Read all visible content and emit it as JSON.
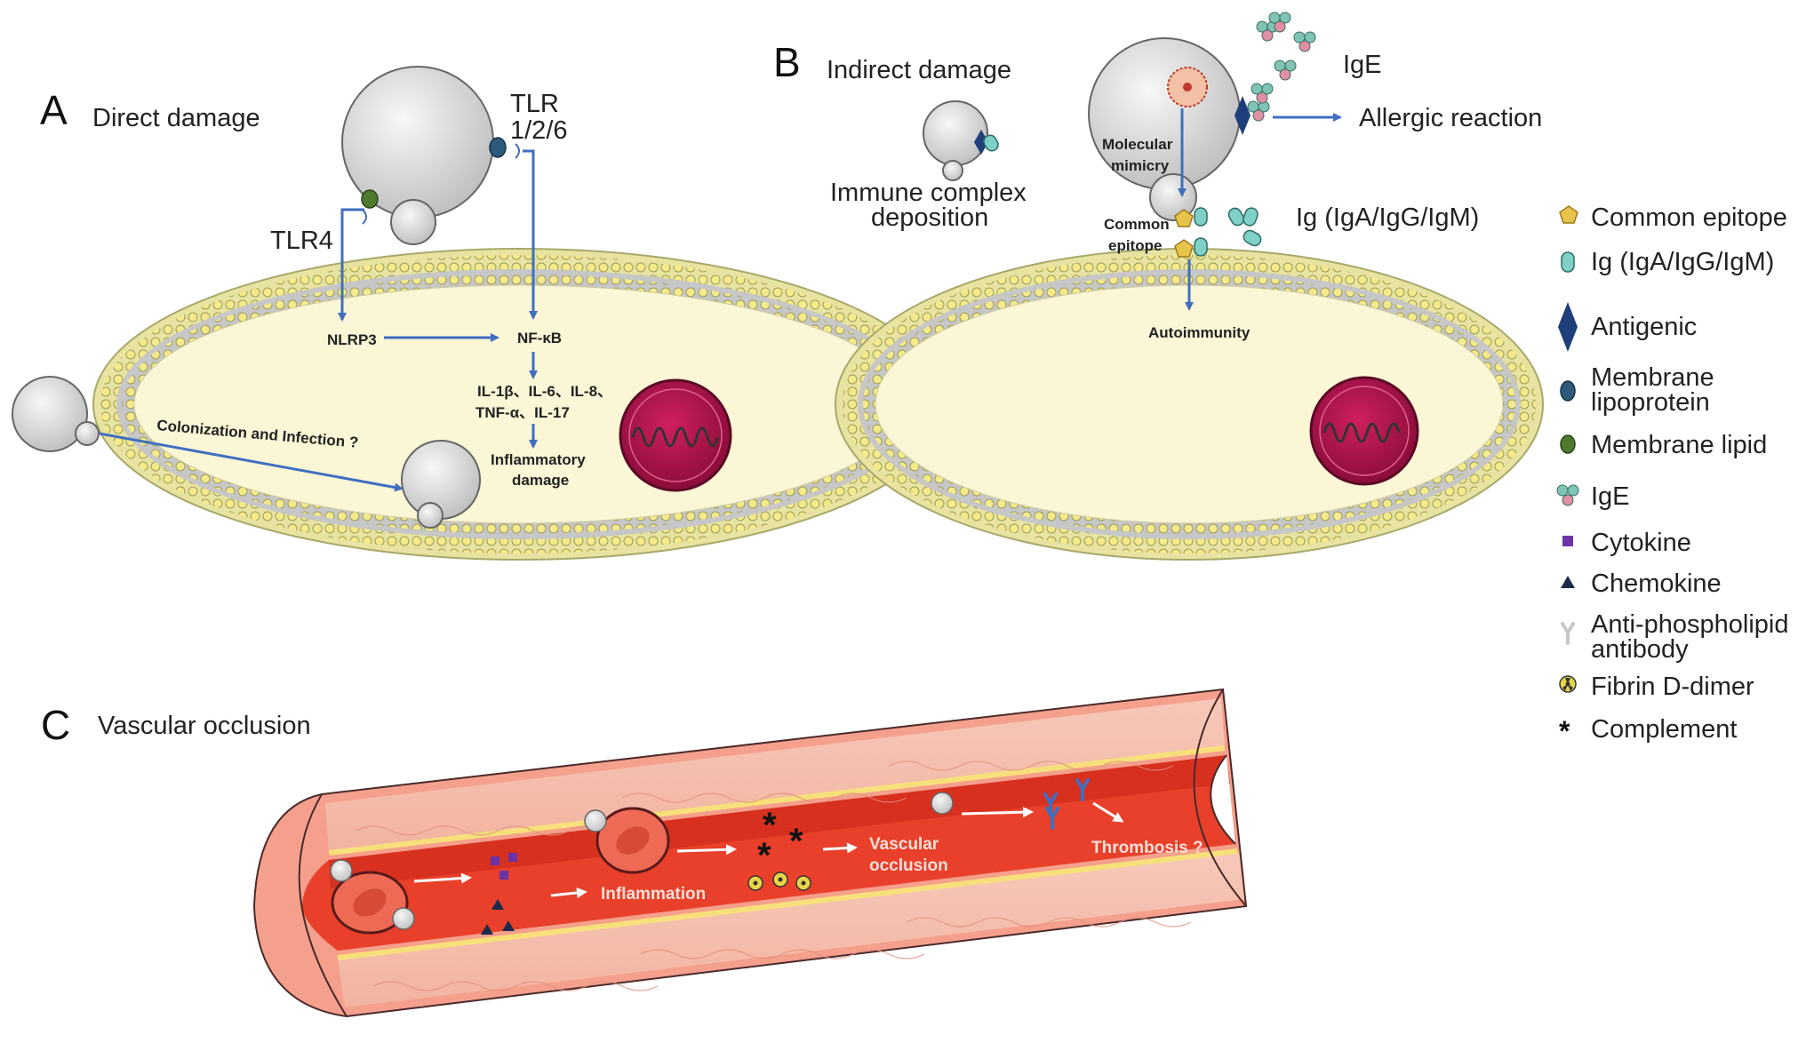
{
  "panel_a": {
    "letter": "A",
    "title": "Direct damage",
    "tlr126_line1": "TLR",
    "tlr126_line2": "1/2/6",
    "tlr4": "TLR4",
    "nlrp3": "NLRP3",
    "nfkb": "NF-κB",
    "cytokines_line1": "IL-1β、IL-6、IL-8、",
    "cytokines_line2": "TNF-α、IL-17",
    "inflam_line1": "Inflammatory",
    "inflam_line2": "damage",
    "colonization": "Colonization and Infection ?"
  },
  "panel_b": {
    "letter": "B",
    "title": "Indirect damage",
    "immune_line1": "Immune complex",
    "immune_line2": "deposition",
    "ige": "IgE",
    "allergic": "Allergic reaction",
    "mimicry_line1": "Molecular",
    "mimicry_line2": "mimicry",
    "common_line1": "Common",
    "common_line2": "epitope",
    "ig": "Ig (IgA/IgG/IgM)",
    "autoimmunity": "Autoimmunity"
  },
  "panel_c": {
    "letter": "C",
    "title": "Vascular occlusion",
    "inflammation": "Inflammation",
    "vascular_line1": "Vascular",
    "vascular_line2": "occlusion",
    "thrombosis": "Thrombosis ?"
  },
  "legend": {
    "items": [
      {
        "label_1": "Common epitope",
        "label_2": "",
        "icon": "pentagon-icon",
        "color": "#e8c34a"
      },
      {
        "label_1": "Ig (IgA/IgG/IgM)",
        "label_2": "",
        "icon": "capsule-icon",
        "color": "#7fd0c6"
      },
      {
        "label_1": "Antigenic",
        "label_2": "",
        "icon": "diamond-icon",
        "color": "#1f3f7a"
      },
      {
        "label_1": "Membrane",
        "label_2": "lipoprotein",
        "icon": "lipoprotein-icon",
        "color": "#2d5a7b"
      },
      {
        "label_1": "Membrane lipid",
        "label_2": "",
        "icon": "lipid-icon",
        "color": "#4f7a2e"
      },
      {
        "label_1": "IgE",
        "label_2": "",
        "icon": "ige-icon",
        "color": "#6ab0a0"
      },
      {
        "label_1": "Cytokine",
        "label_2": "",
        "icon": "square-icon",
        "color": "#6a34a8"
      },
      {
        "label_1": "Chemokine",
        "label_2": "",
        "icon": "triangle-icon",
        "color": "#1c2b4a"
      },
      {
        "label_1": "Anti-phospholipid",
        "label_2": "antibody",
        "icon": "y-antibody-icon",
        "color": "#c8c8c8"
      },
      {
        "label_1": "Fibrin D-dimer",
        "label_2": "",
        "icon": "radiation-icon",
        "color": "#e8d44a"
      },
      {
        "label_1": "Complement",
        "label_2": "",
        "icon": "asterisk-icon",
        "color": "#111111"
      }
    ]
  },
  "colors": {
    "arrow_blue": "#3f6fc1",
    "cell_fill": "#fbf6d6",
    "nucleus": "#b0134e",
    "vessel_red": "#e8402a",
    "yeast_grey": "#d9d9d9"
  }
}
